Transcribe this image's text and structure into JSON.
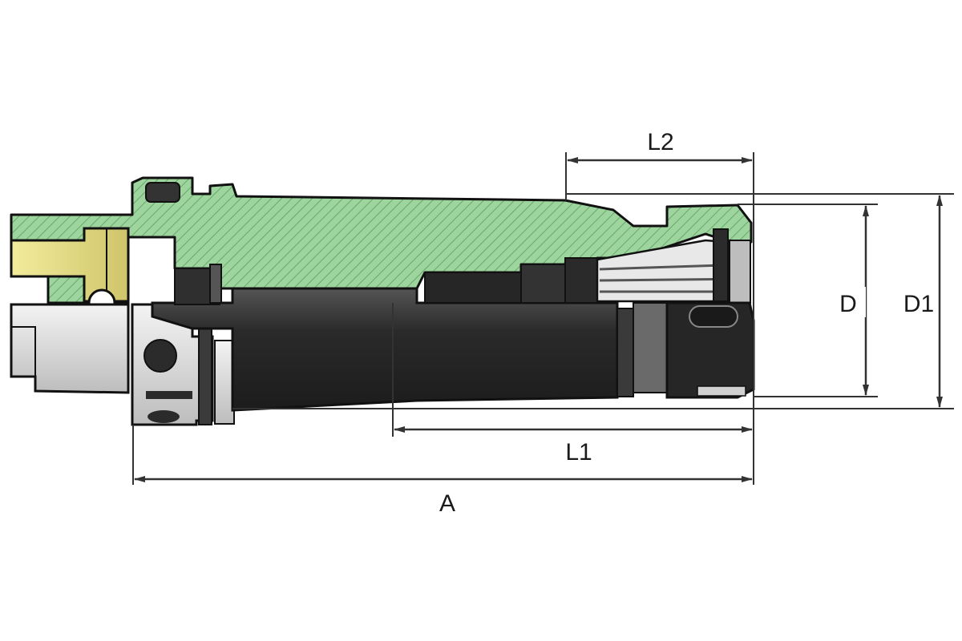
{
  "drawing": {
    "colors": {
      "section_fill": "#9ed49e",
      "hatch": "#6aa86a",
      "yellow_part": "#e8e08a",
      "dark_part": "#2b2b2b",
      "grey_part": "#cfcfcf",
      "light_part": "#eaeaea",
      "outline": "#111111",
      "dimension_line": "#333333"
    },
    "dimensions": {
      "L2": "L2",
      "L1": "L1",
      "A": "A",
      "D": "D",
      "D1": "D1"
    }
  }
}
